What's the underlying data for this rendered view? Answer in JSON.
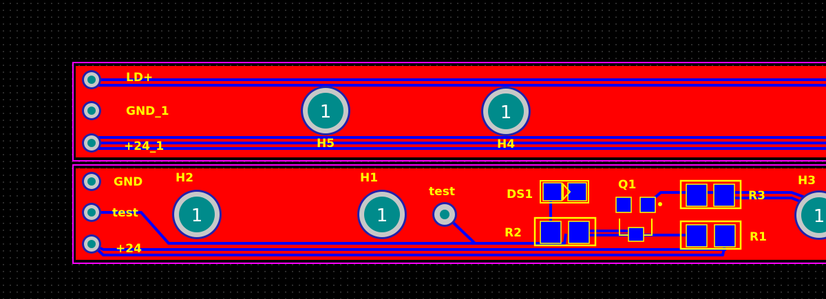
{
  "board_top": {
    "net_labels": [
      "LD+",
      "GND_1",
      "+24_1"
    ],
    "mounting_holes": [
      {
        "designator": "H5",
        "pad_number": "1"
      },
      {
        "designator": "H4",
        "pad_number": "1"
      }
    ]
  },
  "board_bottom": {
    "net_labels": [
      "GND",
      "test",
      "+24"
    ],
    "mounting_holes": [
      {
        "designator": "H2",
        "pad_number": "1"
      },
      {
        "designator": "H1",
        "pad_number": "1"
      },
      {
        "designator": "H3",
        "pad_number": "1"
      }
    ],
    "test_point": {
      "label": "test"
    },
    "components": {
      "ds1": "DS1",
      "q1": "Q1",
      "r1": "R1",
      "r2": "R2",
      "r3": "R3"
    }
  },
  "colors": {
    "background": "#000000",
    "copper_pour": "#ff0000",
    "trace": "#0000ff",
    "board_outline": "#ff00ff",
    "silkscreen": "#ffff00",
    "pad_ring": "#c8c8c8",
    "hole_fill": "#008b8b"
  }
}
